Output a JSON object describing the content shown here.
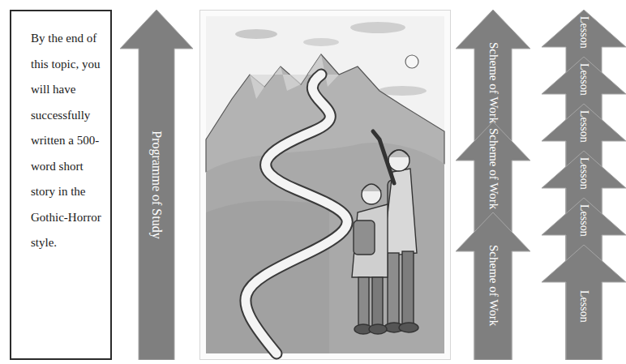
{
  "diagram": {
    "nodes": [
      {
        "text": [
          "By the end of this topic, you will have successfully written a 500-word short story in the Gothic-Horror style."
        ]
      },
      {
        "text": [
          "Programme of Study"
        ]
      },
      {
        "text": [
          "Scheme of Work"
        ]
      },
      {
        "text": [
          "Scheme of Work"
        ]
      },
      {
        "text": [
          "Scheme of Work"
        ]
      },
      {
        "text": [
          "Lesson"
        ]
      },
      {
        "text": [
          "Lesson"
        ]
      },
      {
        "text": [
          "Lesson"
        ]
      },
      {
        "text": [
          "Lesson"
        ]
      },
      {
        "text": [
          "Lesson"
        ]
      },
      {
        "text": [
          "Lesson"
        ]
      }
    ]
  }
}
